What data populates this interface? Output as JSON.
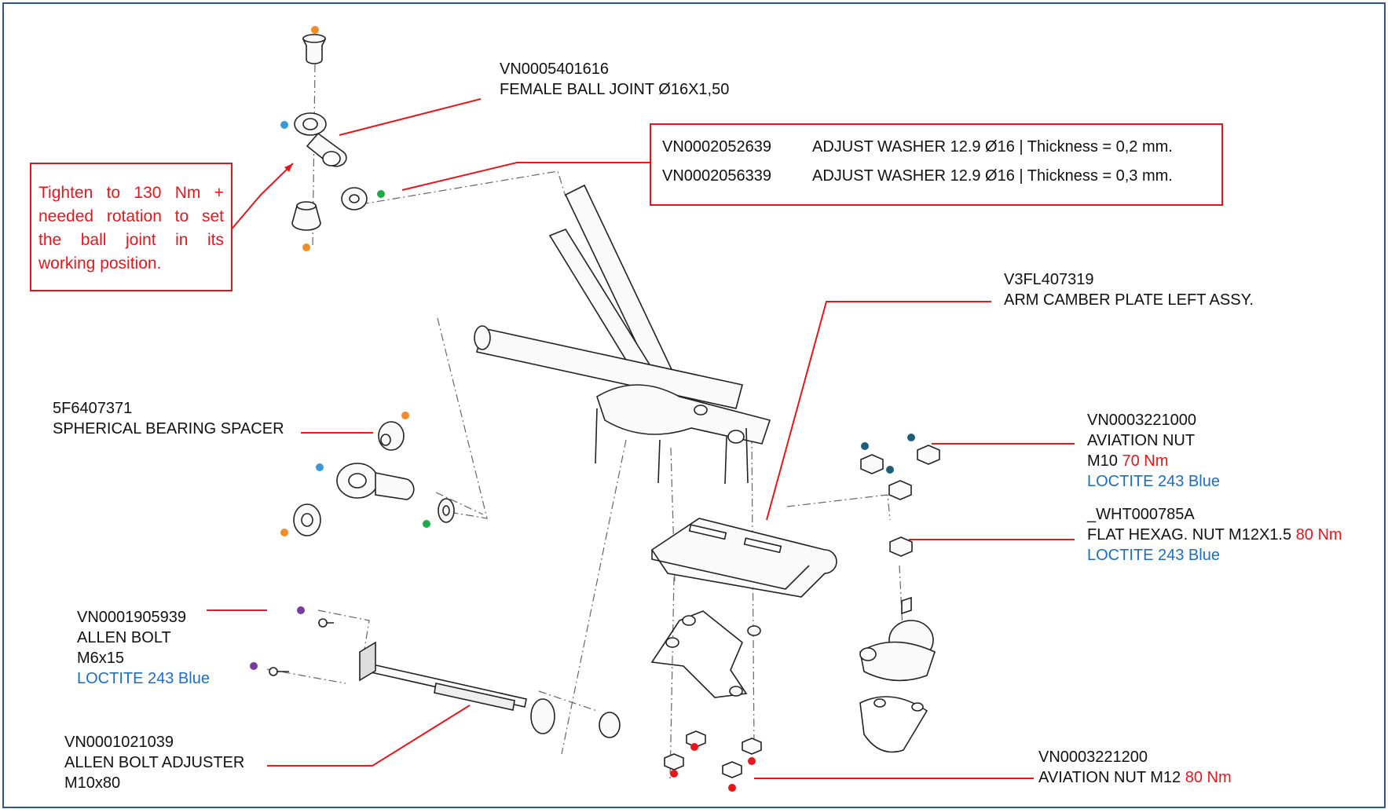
{
  "washer_table": {
    "rows": [
      {
        "code": "VN0002052639",
        "desc": "ADJUST WASHER 12.9 Ø16 | Thickness = 0,2 mm."
      },
      {
        "code": "VN0002056339",
        "desc": "ADJUST WASHER 12.9 Ø16 | Thickness = 0,3 mm."
      }
    ]
  },
  "note": {
    "text": "Tighten to 130 Nm + needed rotation to set the ball joint in its working position."
  },
  "callouts": {
    "ball_joint": {
      "code": "VN0005401616",
      "name": "FEMALE BALL JOINT Ø16X1,50"
    },
    "camber_plate": {
      "code": "V3FL407319",
      "name": "ARM CAMBER PLATE LEFT ASSY."
    },
    "bearing_spacer": {
      "code": "5F6407371",
      "name": "SPHERICAL BEARING SPACER"
    },
    "aviation_nut_m10": {
      "code": "VN0003221000",
      "name": "AVIATION NUT",
      "size": "M10",
      "torque": "70 Nm",
      "loctite": "LOCTITE 243 Blue"
    },
    "hex_nut": {
      "code": "_WHT000785A",
      "name": "FLAT HEXAG. NUT M12X1.5",
      "torque": "80 Nm",
      "loctite": "LOCTITE 243 Blue"
    },
    "allen_bolt": {
      "code": "VN0001905939",
      "name": "ALLEN BOLT",
      "size": "M6x15",
      "loctite": "LOCTITE 243 Blue"
    },
    "bolt_adjuster": {
      "code": "VN0001021039",
      "name": "ALLEN BOLT ADJUSTER",
      "size": "M10x80"
    },
    "aviation_nut_m12": {
      "code": "VN0003221200",
      "name": "AVIATION NUT M12",
      "torque": "80 Nm"
    }
  },
  "colors": {
    "frame": "#2f5597",
    "callout_red": "#e8161b",
    "loctite_blue": "#1a6fbf",
    "dot_orange": "#f28c28",
    "dot_blue": "#3a9ad9",
    "dot_green": "#1faa4b",
    "dot_teal": "#1d5f7a",
    "dot_purple": "#7a3aa0",
    "dot_red": "#e8161b"
  }
}
